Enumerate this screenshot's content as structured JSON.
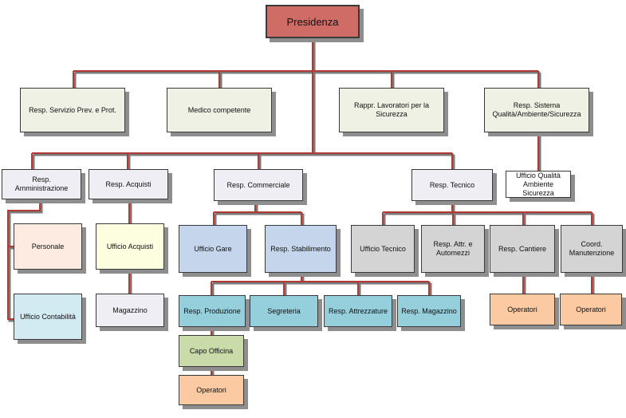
{
  "colors": {
    "connector": "#b03a36",
    "connector_shadow": "#7a7a7a",
    "presidenza": "#cf6c66",
    "staff": "#eef1e4",
    "management": "#eeeef4",
    "personale": "#fdeae0",
    "acquisti": "#fdfde0",
    "contabilita": "#d2ebf2",
    "gare": "#c4d5ec",
    "teal": "#95cfdc",
    "grey": "#d4d4d4",
    "capo": "#c9dba8",
    "operatori": "#fbcaa2"
  },
  "nodes": {
    "presidenza": "Presidenza",
    "rspp": "Resp. Servizio Prev. e Prot.",
    "medico": "Medico competente",
    "rls": "Rappr. Lavoratori per la Sicurezza",
    "qas": "Resp. Sistema Qualità/Ambiente/Sicurezza",
    "uff_qas": "Ufficio Qualità Ambiente Sicurezza",
    "amministrazione": "Resp. Amministrazione",
    "acquisti": "Resp. Acquisti",
    "commerciale": "Resp. Commerciale",
    "tecnico": "Resp. Tecnico",
    "personale": "Personale",
    "contabilita": "Ufficio Contabilità",
    "uff_acquisti": "Ufficio Acquisti",
    "magazzino": "Magazzino",
    "gare": "Ufficio Gare",
    "stabilimento": "Resp. Stabilimento",
    "uff_tecnico": "Ufficio Tecnico",
    "attr_automezzi": "Resp. Attr. e Automezzi",
    "cantiere": "Resp. Cantiere",
    "manutenzione": "Coord. Manutenzione",
    "produzione": "Resp. Produzione",
    "segreteria": "Segreteria",
    "attrezzature": "Resp. Attrezzature",
    "resp_magazzino": "Resp. Magazzino",
    "capo_officina": "Capo Officina",
    "operatori_produzione": "Operatori",
    "operatori_cantiere": "Operatori",
    "operatori_manutenzione": "Operatori"
  }
}
